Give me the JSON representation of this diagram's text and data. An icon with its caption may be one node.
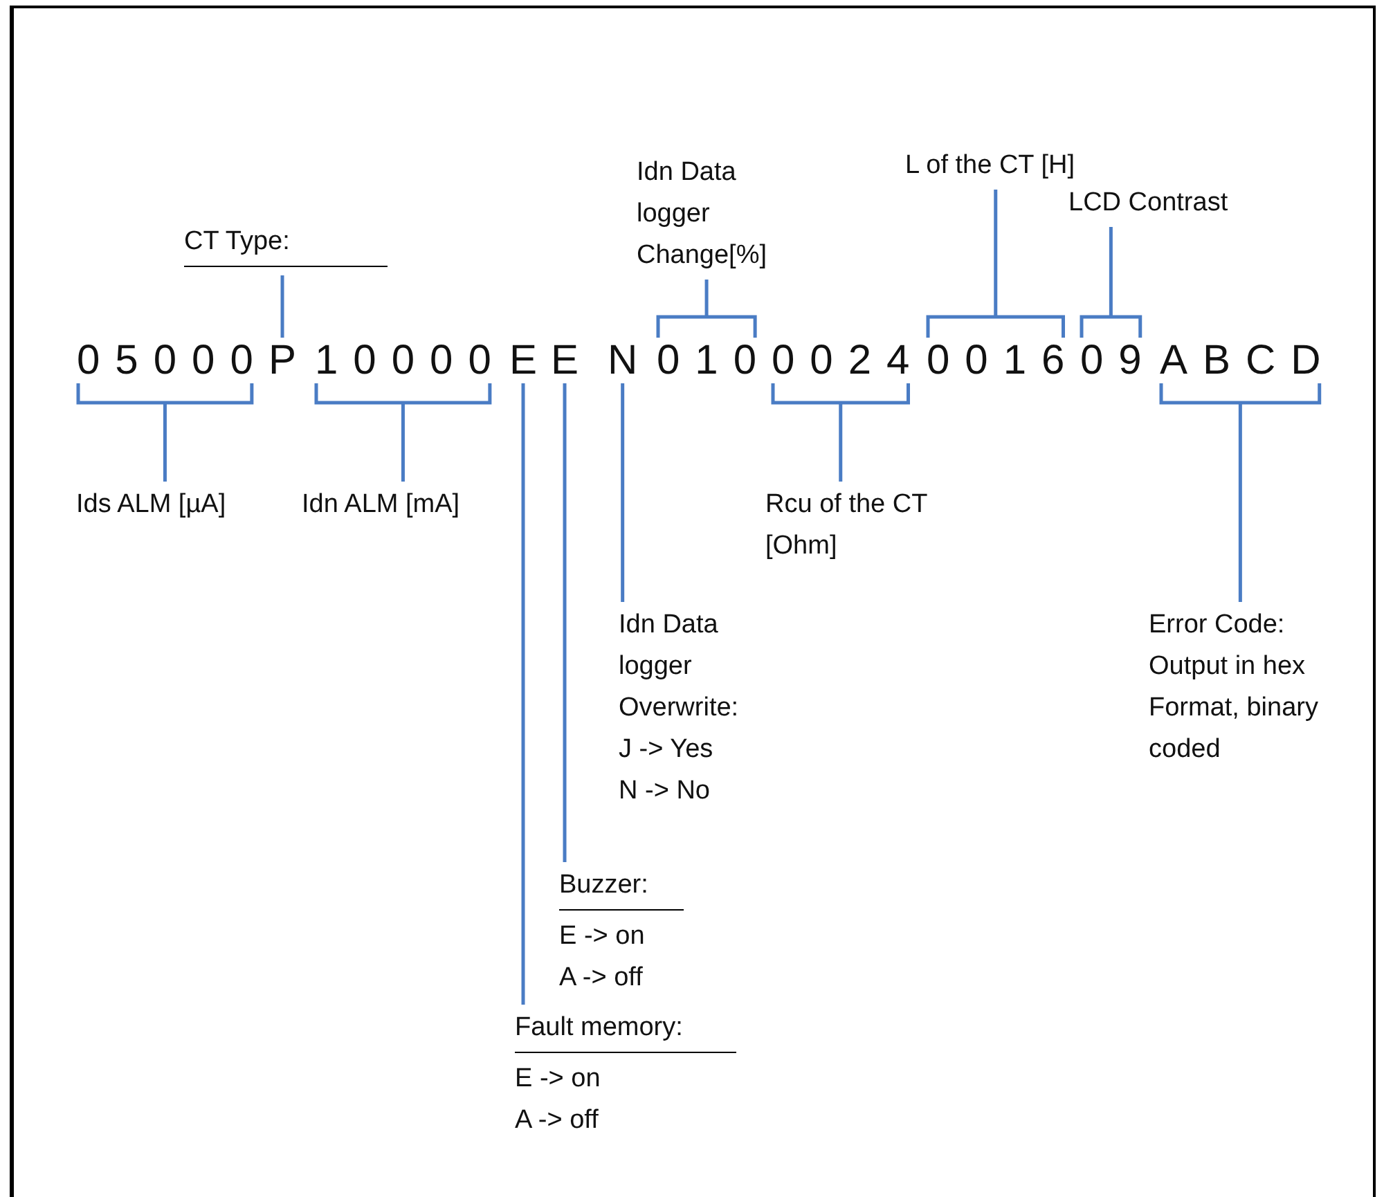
{
  "diagram": {
    "nodes": [
      {
        "text": [
          "CT Type:"
        ]
      },
      {
        "text": [
          "Idn Data logger Change[%]"
        ]
      },
      {
        "text": [
          "L of the CT [H]"
        ]
      },
      {
        "text": [
          "LCD Contrast"
        ]
      },
      {
        "text": [
          "05000"
        ]
      },
      {
        "text": [
          "P"
        ]
      },
      {
        "text": [
          "10000"
        ]
      },
      {
        "text": [
          "E"
        ]
      },
      {
        "text": [
          "E"
        ]
      },
      {
        "text": [
          "N"
        ]
      },
      {
        "text": [
          "010"
        ]
      },
      {
        "text": [
          "0024"
        ]
      },
      {
        "text": [
          "0016"
        ]
      },
      {
        "text": [
          "09"
        ]
      },
      {
        "text": [
          "ABCD"
        ]
      },
      {
        "text": [
          "Ids ALM [µA]"
        ]
      },
      {
        "text": [
          "Idn ALM [mA]"
        ]
      },
      {
        "text": [
          "Rcu of the CT [Ohm]"
        ]
      },
      {
        "text": [
          "Idn Data logger Overwrite:",
          "J -> Yes",
          "N -> No"
        ]
      },
      {
        "text": [
          "Error Code:",
          "Output in hex Format, binary coded"
        ]
      },
      {
        "text": [
          "Buzzer:",
          "E -> on",
          "A -> off"
        ]
      },
      {
        "text": [
          "Fault memory:",
          "E -> on",
          "A -> off"
        ]
      }
    ],
    "edges": [
      {
        "from": 0,
        "to": 5,
        "arrow": "none"
      },
      {
        "from": 1,
        "to": 10,
        "arrow": "none"
      },
      {
        "from": 2,
        "to": 12,
        "arrow": "none"
      },
      {
        "from": 3,
        "to": 13,
        "arrow": "none"
      },
      {
        "from": 15,
        "to": 4,
        "arrow": "none"
      },
      {
        "from": 16,
        "to": 6,
        "arrow": "none"
      },
      {
        "from": 17,
        "to": 11,
        "arrow": "none"
      },
      {
        "from": 18,
        "to": 9,
        "arrow": "none"
      },
      {
        "from": 19,
        "to": 14,
        "arrow": "none"
      },
      {
        "from": 20,
        "to": 8,
        "arrow": "none"
      },
      {
        "from": 21,
        "to": 7,
        "arrow": "none"
      }
    ]
  }
}
